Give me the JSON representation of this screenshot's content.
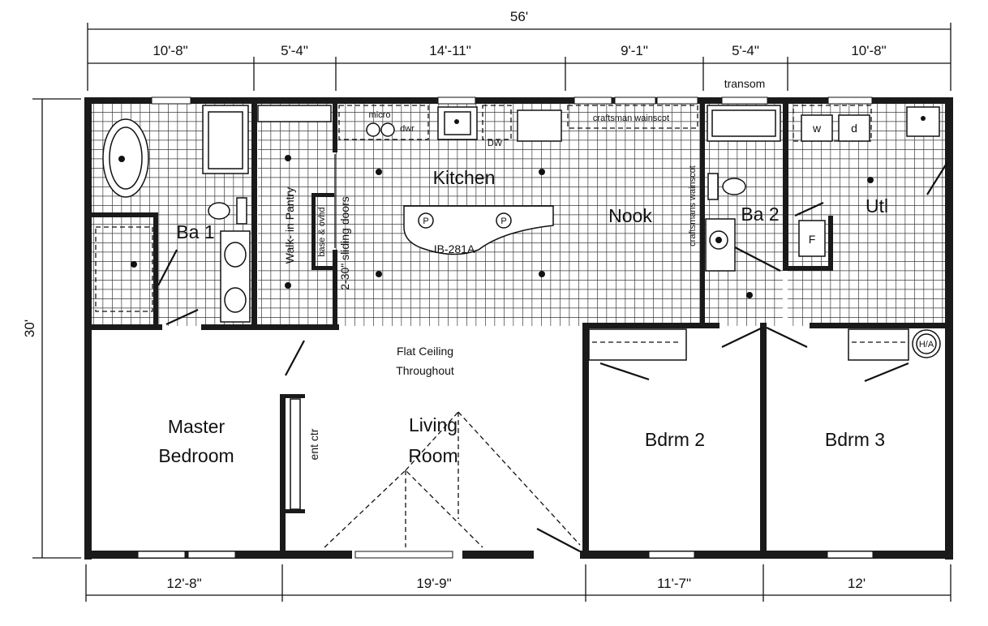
{
  "overall": {
    "width": "56'",
    "depth": "30'"
  },
  "top_dimensions": [
    "10'-8\"",
    "5'-4\"",
    "14'-11\"",
    "9'-1\"",
    "5'-4\"",
    "10'-8\""
  ],
  "bottom_dimensions": [
    "12'-8\"",
    "19'-9\"",
    "11'-7\"",
    "12'"
  ],
  "rooms": {
    "kitchen": "Kitchen",
    "nook": "Nook",
    "bath1": "Ba 1",
    "bath2": "Ba 2",
    "utility": "Utl",
    "master_line1": "Master",
    "master_line2": "Bedroom",
    "living_line1": "Living",
    "living_line2": "Room",
    "bedroom2": "Bdrm 2",
    "bedroom3": "Bdrm 3"
  },
  "notes": {
    "transom": "transom",
    "wainscot_top": "craftsman wainscot",
    "wainscot_side": "craftsmans wainscot",
    "pantry": "Walk- in Pantry",
    "base_ovhd": "base & ovhd",
    "sliding_doors": "2-30\" sliding doors",
    "island": "IB-281A",
    "micro": "micro",
    "dwr": "dwr",
    "dw": "DW",
    "ceiling_line1": "Flat Ceiling",
    "ceiling_line2": "Throughout",
    "ent_ctr": "ent ctr",
    "washer": "w",
    "dryer": "d",
    "furnace": "F",
    "water_heater": "H/A",
    "pendant": "P"
  },
  "colors": {
    "wall": "#1a1a1a",
    "grid": "#3a3a3a",
    "paper": "#ffffff"
  }
}
